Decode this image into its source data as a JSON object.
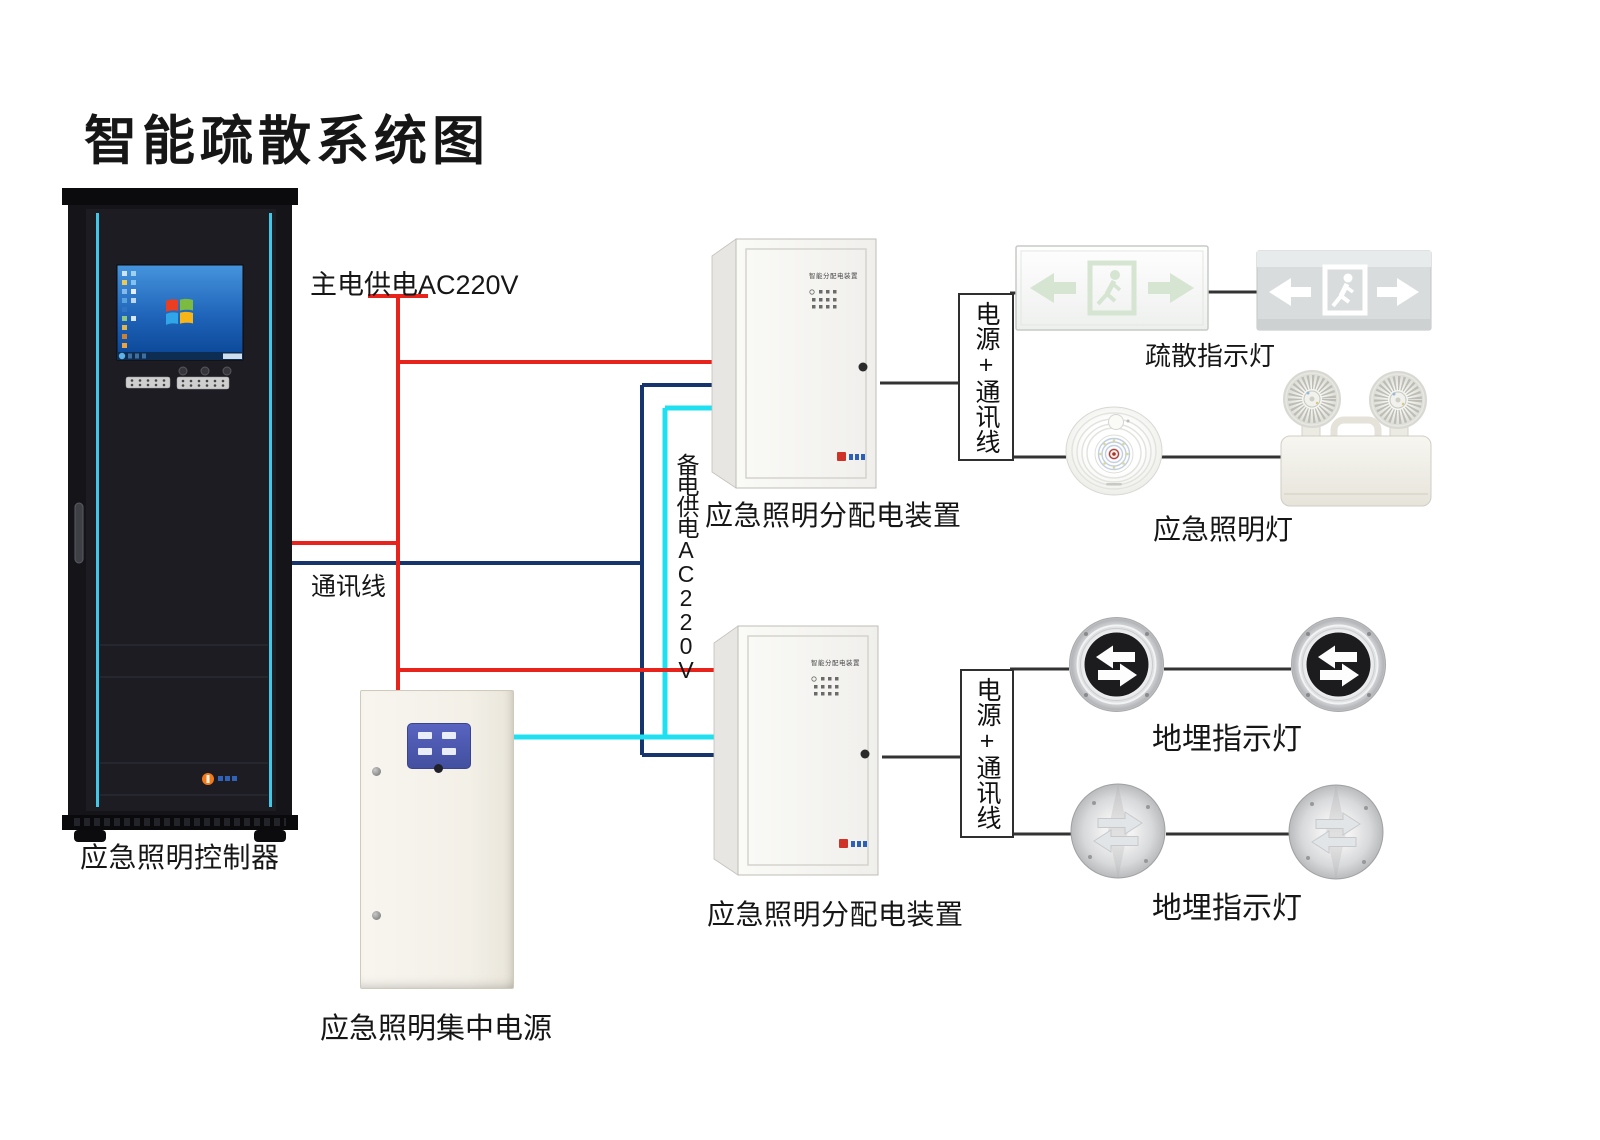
{
  "title": "智能疏散系统图",
  "colors": {
    "main_power": "#e8231c",
    "comm_line": "#16356d",
    "backup_power": "#1fe0f1",
    "branch_line": "#333333"
  },
  "wire_labels": {
    "main_power": "主电供电AC220V",
    "comm": "通讯线",
    "backup_power": "备电供电AC220V",
    "branch_upper": "电源+通讯线",
    "branch_lower": "电源+通讯线"
  },
  "controller": {
    "label": "应急照明控制器"
  },
  "central_power": {
    "label": "应急照明集中电源"
  },
  "dist_upper": {
    "panel_title": "智能分配电装置",
    "label": "应急照明分配电装置"
  },
  "dist_lower": {
    "panel_title": "智能分配电装置",
    "label": "应急照明分配电装置"
  },
  "exit_sign_group": {
    "label": "疏散指示灯"
  },
  "emergency_light_group": {
    "label": "应急照明灯"
  },
  "ground_light_row1": {
    "label": "地埋指示灯"
  },
  "ground_light_row2": {
    "label": "地埋指示灯"
  }
}
